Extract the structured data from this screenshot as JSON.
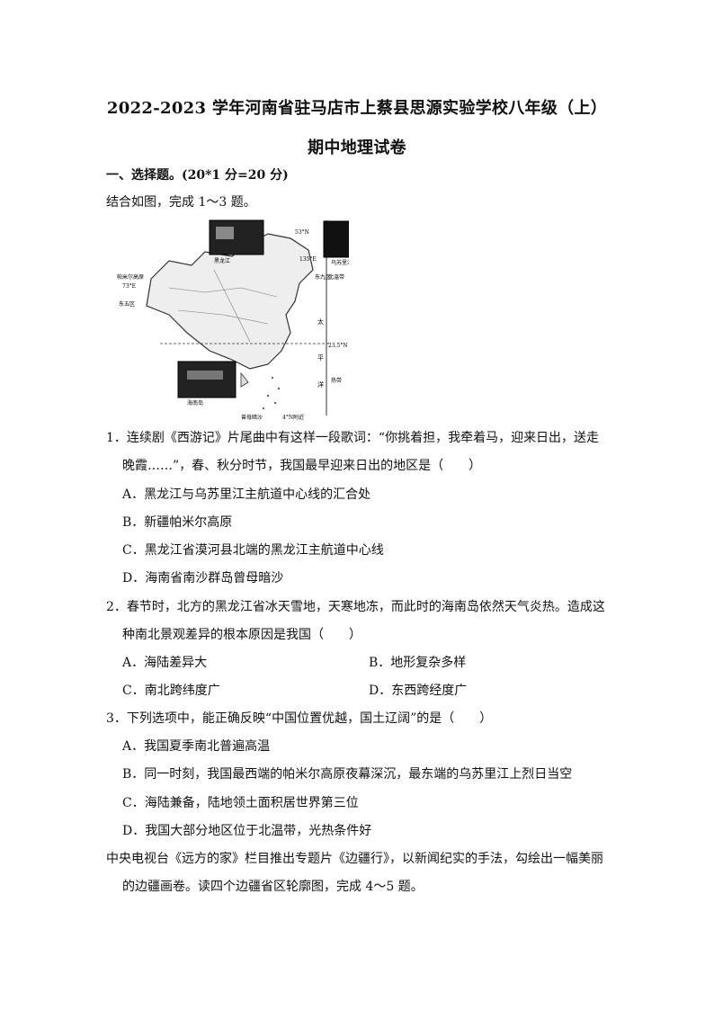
{
  "title_line1": "2022-2023 学年河南省驻马店市上蔡县思源实验学校八年级（上）",
  "title_line2": "期中地理试卷",
  "section_heading": "一、选择题。(20*1 分=20 分)",
  "intro1": "结合如图，完成 1～3 题。",
  "map_labels": {
    "heilongjiang": "黑龙江",
    "wusuli": "乌苏里江",
    "lat53": "53°N",
    "e135": "135°E",
    "pamir": "帕米尔高原",
    "e73": "73°E",
    "north_temp": "北温带",
    "east_ninth": "东九区",
    "east_fifth": "东五区",
    "tropic": "23.5°N",
    "tropical": "热带",
    "hainan": "海南岛",
    "zengmu": "曾母暗沙",
    "n4": "4°N附近",
    "pacific_a": "太",
    "pacific_b": "平",
    "pacific_c": "洋"
  },
  "q1": {
    "line1": "1．连续剧《西游记》片尾曲中有这样一段歌词：“你挑着担，我牵着马，迎来日出，送走",
    "line2": "晚霞……”，春、秋分时节，我国最早迎来日出的地区是（　　）",
    "A": "A．黑龙江与乌苏里江主航道中心线的汇合处",
    "B": "B．新疆帕米尔高原",
    "C": "C．黑龙江省漠河县北端的黑龙江主航道中心线",
    "D": "D．海南省南沙群岛曾母暗沙"
  },
  "q2": {
    "line1": "2．春节时，北方的黑龙江省冰天雪地，天寒地冻，而此时的海南岛依然天气炎热。造成这",
    "line2": "种南北景观差异的根本原因是我国（　　）",
    "A": "A．海陆差异大",
    "B": "B．地形复杂多样",
    "C": "C．南北跨纬度广",
    "D": "D．东西跨经度广"
  },
  "q3": {
    "line1": "3．下列选项中，能正确反映“中国位置优越，国土辽阔”的是（　　）",
    "A": "A．我国夏季南北普遍高温",
    "B": "B．同一时刻，我国最西端的帕米尔高原夜幕深沉，最东端的乌苏里江上烈日当空",
    "C": "C．海陆兼备，陆地领土面积居世界第三位",
    "D": "D．我国大部分地区位于北温带，光热条件好"
  },
  "intro2": {
    "line1": "中央电视台《远方的家》栏目推出专题片《边疆行》，以新闻纪实的手法，勾绘出一幅美丽",
    "line2": "的边疆画卷。读四个边疆省区轮廓图，完成 4～5 题。"
  }
}
